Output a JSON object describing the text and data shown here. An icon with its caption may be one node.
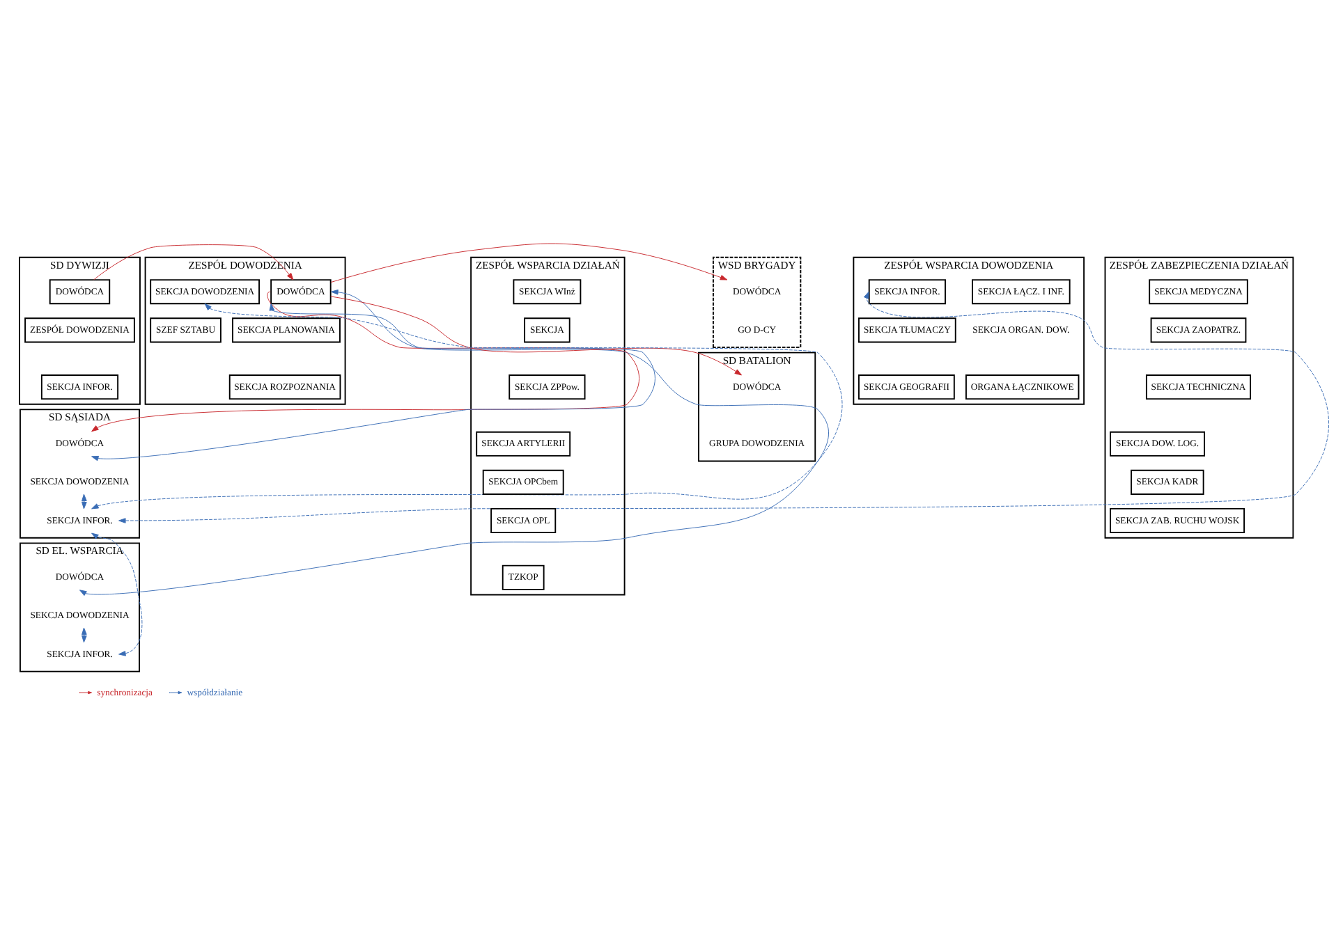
{
  "diagram": {
    "nodes": [
      {
        "text": [
          "SD DYWIZJI"
        ]
      },
      {
        "text": [
          "DOWÓDCA"
        ],
        "in": 0
      },
      {
        "text": [
          "ZESPÓŁ DOWODZENIA"
        ],
        "in": 0
      },
      {
        "text": [
          "SEKCJA INFOR."
        ],
        "in": 0
      },
      {
        "text": [
          "SD SĄSIADA"
        ]
      },
      {
        "text": [
          "DOWÓDCA"
        ],
        "in": 4
      },
      {
        "text": [
          "SEKCJA DOWODZENIA"
        ],
        "in": 4
      },
      {
        "text": [
          "SEKCJA INFOR."
        ],
        "in": 4
      },
      {
        "text": [
          "SD EL. WSPARCIA"
        ]
      },
      {
        "text": [
          "DOWÓDCA"
        ],
        "in": 8
      },
      {
        "text": [
          "SEKCJA DOWODZENIA"
        ],
        "in": 8
      },
      {
        "text": [
          "SEKCJA INFOR."
        ],
        "in": 8
      },
      {
        "text": [
          "ZESPÓŁ DOWODZENIA"
        ]
      },
      {
        "text": [
          "DOWÓDCA"
        ],
        "in": 12
      },
      {
        "text": [
          "SEKCJA DOWODZENIA"
        ],
        "in": 12
      },
      {
        "text": [
          "SEKCJA PLANOWANIA"
        ],
        "in": 12
      },
      {
        "text": [
          "SZEF SZTABU"
        ],
        "in": 12
      },
      {
        "text": [
          "SEKCJA ROZPOZNANIA"
        ],
        "in": 12
      },
      {
        "text": [
          "ZESPÓŁ WSPARCIA DOWODZENIA"
        ]
      },
      {
        "text": [
          "SEKCJA ŁĄCZ. I INF."
        ],
        "in": 18
      },
      {
        "text": [
          "SEKCJA INFOR."
        ],
        "in": 18
      },
      {
        "text": [
          "SEKCJA ORGAN. DOW."
        ],
        "in": 18
      },
      {
        "text": [
          "SEKCJA TŁUMACZY"
        ],
        "in": 18
      },
      {
        "text": [
          "ORGANA ŁĄCZNIKOWE"
        ],
        "in": 18
      },
      {
        "text": [
          "SEKCJA GEOGRAFII"
        ],
        "in": 18
      },
      {
        "text": [
          "WSD BRYGADY"
        ]
      },
      {
        "text": [
          "DOWÓDCA"
        ],
        "in": 25
      },
      {
        "text": [
          "GO D-CY"
        ],
        "in": 25
      },
      {
        "text": [
          "SD BATALION"
        ]
      },
      {
        "text": [
          "DOWÓDCA"
        ],
        "in": 28
      },
      {
        "text": [
          "GRUPA DOWODZENIA"
        ],
        "in": 28
      },
      {
        "text": [
          "ZESPÓŁ WSPARCIA DZIAŁAŃ"
        ]
      },
      {
        "text": [
          "SEKCJA ARTYLERII"
        ],
        "in": 31
      },
      {
        "text": [
          "SEKCJA WInż"
        ],
        "in": 31
      },
      {
        "text": [
          "SEKCJA OPCbem"
        ],
        "in": 31
      },
      {
        "text": [
          "SEKCJA"
        ],
        "in": 31
      },
      {
        "text": [
          "SEKCJA OPL"
        ],
        "in": 31
      },
      {
        "text": [
          "SEKCJA ZPPow."
        ],
        "in": 31
      },
      {
        "text": [
          "TZKOP"
        ],
        "in": 31
      },
      {
        "text": [
          "ZESPÓŁ ZABEZPIECZENIA DZIAŁAŃ"
        ]
      },
      {
        "text": [
          "SEKCJA DOW. LOG."
        ],
        "in": 39
      },
      {
        "text": [
          "SEKCJA MEDYCZNA"
        ],
        "in": 39
      },
      {
        "text": [
          "SEKCJA KADR"
        ],
        "in": 39
      },
      {
        "text": [
          "SEKCJA ZAOPATRZ."
        ],
        "in": 39
      },
      {
        "text": [
          "SEKCJA ZAB. RUCHU WOJSK"
        ],
        "in": 39
      },
      {
        "text": [
          "SEKCJA TECHNICZNA"
        ],
        "in": 39
      }
    ],
    "edges": [
      {
        "from": 1,
        "to": 13,
        "arrow": "to",
        "color": "#c8282d"
      },
      {
        "from": 13,
        "to": 5,
        "arrow": "to",
        "color": "#c8282d"
      },
      {
        "from": 13,
        "to": 26,
        "arrow": "to",
        "color": "#c8282d"
      },
      {
        "from": 13,
        "to": 29,
        "arrow": "to",
        "color": "#c8282d"
      },
      {
        "from": 13,
        "to": 5,
        "arrow": "both"
      },
      {
        "from": 9,
        "to": 13,
        "arrow": "both"
      },
      {
        "from": 6,
        "to": 7,
        "arrow": "both"
      },
      {
        "from": 10,
        "to": 11,
        "arrow": "both"
      },
      {
        "from": 7,
        "to": 20,
        "arrow": "both",
        "style": "dashed"
      },
      {
        "from": 14,
        "to": 7,
        "arrow": "both",
        "style": "dashed"
      },
      {
        "from": 11,
        "to": 7,
        "arrow": "both",
        "style": "dashed"
      }
    ],
    "legend": [
      {
        "text": "synchronizacja"
      },
      {
        "text": "współdziałanie"
      }
    ]
  }
}
